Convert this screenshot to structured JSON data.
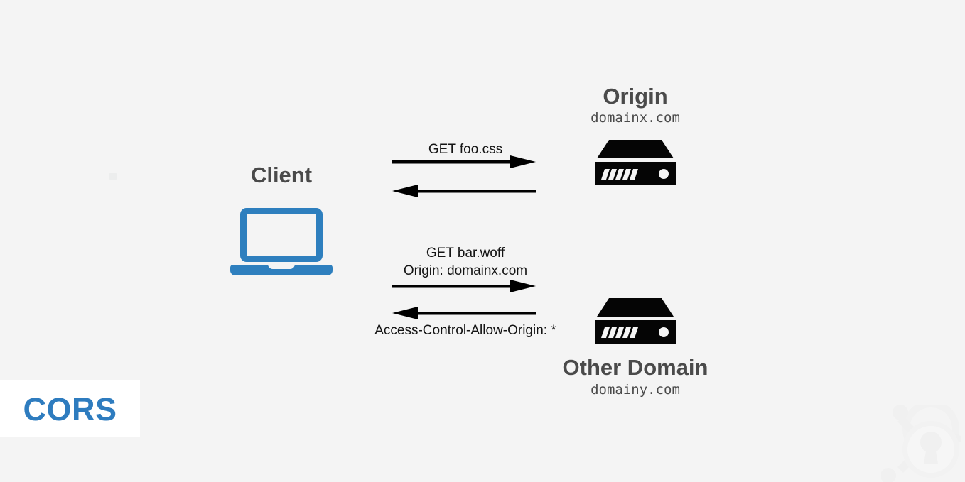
{
  "page": {
    "background_color": "#f4f4f4",
    "accent_color": "#2e7cbf",
    "text_color": "#4a4a4a",
    "line_color": "#000000"
  },
  "badge": {
    "label": "CORS",
    "color": "#2e7cbf",
    "background": "#ffffff"
  },
  "nodes": {
    "client": {
      "title": "Client",
      "icon": "laptop-icon",
      "icon_color": "#2e7fbe"
    },
    "origin": {
      "title": "Origin",
      "domain": "domainx.com",
      "icon": "server-icon"
    },
    "other": {
      "title": "Other Domain",
      "domain": "domainy.com",
      "icon": "server-icon"
    }
  },
  "messages": {
    "same_origin_request": "GET foo.css",
    "same_origin_response": "",
    "cross_origin_request_line1": "GET bar.woff",
    "cross_origin_request_line2": "Origin: domainx.com",
    "cross_origin_response": "Access-Control-Allow-Origin: *"
  },
  "arrows": {
    "request_1": "arrow-right",
    "response_1": "arrow-left",
    "request_2": "arrow-right",
    "response_2": "arrow-left"
  },
  "watermark": {
    "name": "keyhole-logo-watermark"
  }
}
